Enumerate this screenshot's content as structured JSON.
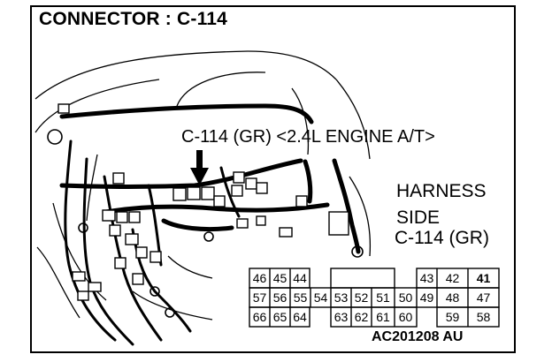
{
  "header": {
    "title": "CONNECTOR : C-114"
  },
  "callout": {
    "label": "C-114 (GR) <2.4L ENGINE A/T>"
  },
  "harness_side": {
    "line1": "HARNESS",
    "line2": "SIDE",
    "line3": "C-114 (GR)"
  },
  "figure_code": "AC201208 AU",
  "pinout": {
    "row1": [
      "46",
      "45",
      "44",
      "43",
      "42",
      "41"
    ],
    "row2": [
      "57",
      "56",
      "55",
      "54",
      "53",
      "52",
      "51",
      "50",
      "49",
      "48",
      "47"
    ],
    "row3": [
      "66",
      "65",
      "64",
      "63",
      "62",
      "61",
      "60",
      "59",
      "58"
    ]
  }
}
